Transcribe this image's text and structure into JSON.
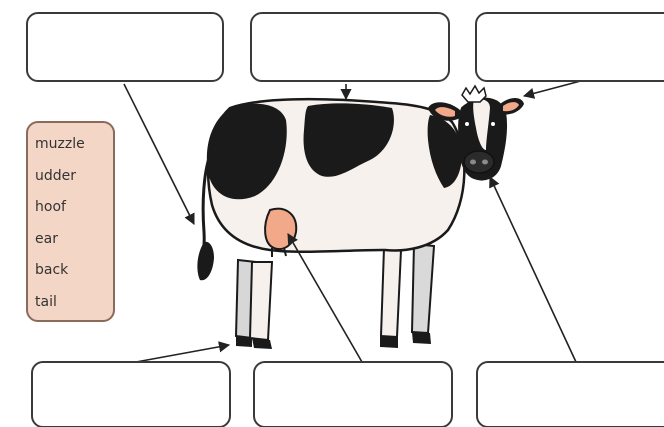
{
  "word_bank": {
    "words": [
      "muzzle",
      "udder",
      "hoof",
      "ear",
      "back",
      "tail"
    ]
  },
  "label_boxes": [
    "",
    "",
    "",
    "",
    "",
    ""
  ],
  "colors": {
    "box_border": "#3a3a3a",
    "word_bank_fill": "#f4d6c7",
    "cow_black": "#1a1a1a",
    "cow_white": "#f7f1ee",
    "cow_pink": "#f2a98a",
    "arrow": "#222222"
  }
}
